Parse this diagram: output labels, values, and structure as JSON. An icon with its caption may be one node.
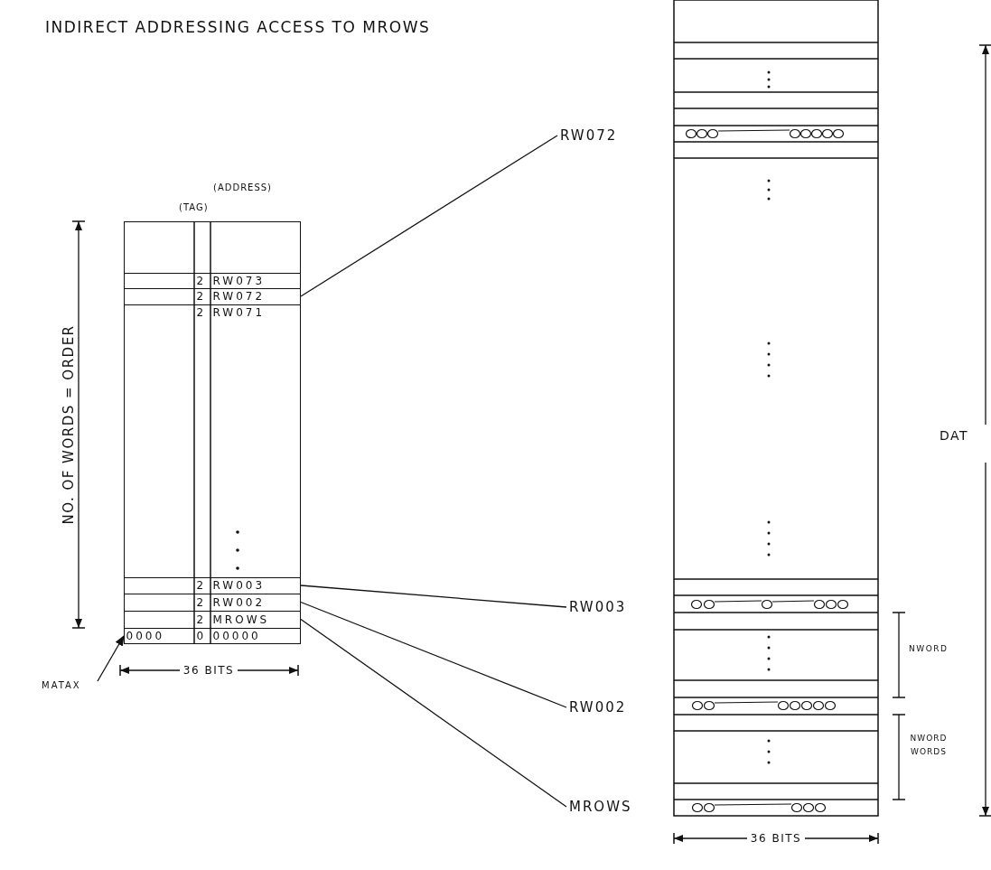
{
  "diagram": {
    "title": "INDIRECT ADDRESSING ACCESS TO MROWS",
    "nodes": [
      {
        "text": [
          "(TAG)",
          "(ADDRESS)"
        ]
      },
      {
        "text": [
          "2",
          "RW073"
        ],
        "in": 0
      },
      {
        "text": [
          "2",
          "RW072"
        ],
        "in": 0
      },
      {
        "text": [
          "2",
          "RW071"
        ],
        "in": 0
      },
      {
        "text": [
          "2",
          "RW003"
        ],
        "in": 0
      },
      {
        "text": [
          "2",
          "RW002"
        ],
        "in": 0
      },
      {
        "text": [
          "2",
          "MROWS"
        ],
        "in": 0
      },
      {
        "text": [
          "0000",
          "0",
          "00000"
        ],
        "in": 0
      },
      {
        "text": [
          "MATAX"
        ]
      },
      {
        "text": [
          "RW072"
        ]
      },
      {
        "text": [
          "RW003"
        ]
      },
      {
        "text": [
          "RW002"
        ]
      },
      {
        "text": [
          "MROWS"
        ]
      }
    ],
    "edges": [
      {
        "from": 2,
        "to": 9,
        "arrow": "none"
      },
      {
        "from": 4,
        "to": 10,
        "arrow": "none"
      },
      {
        "from": 5,
        "to": 11,
        "arrow": "none"
      },
      {
        "from": 6,
        "to": 12,
        "arrow": "none"
      },
      {
        "from": 8,
        "to": 7,
        "arrow": "to"
      }
    ],
    "labels": [
      "NO. OF WORDS = ORDER",
      "36 BITS",
      "DAT",
      "NWORD",
      "NWORD WORDS",
      "36 BITS"
    ]
  }
}
